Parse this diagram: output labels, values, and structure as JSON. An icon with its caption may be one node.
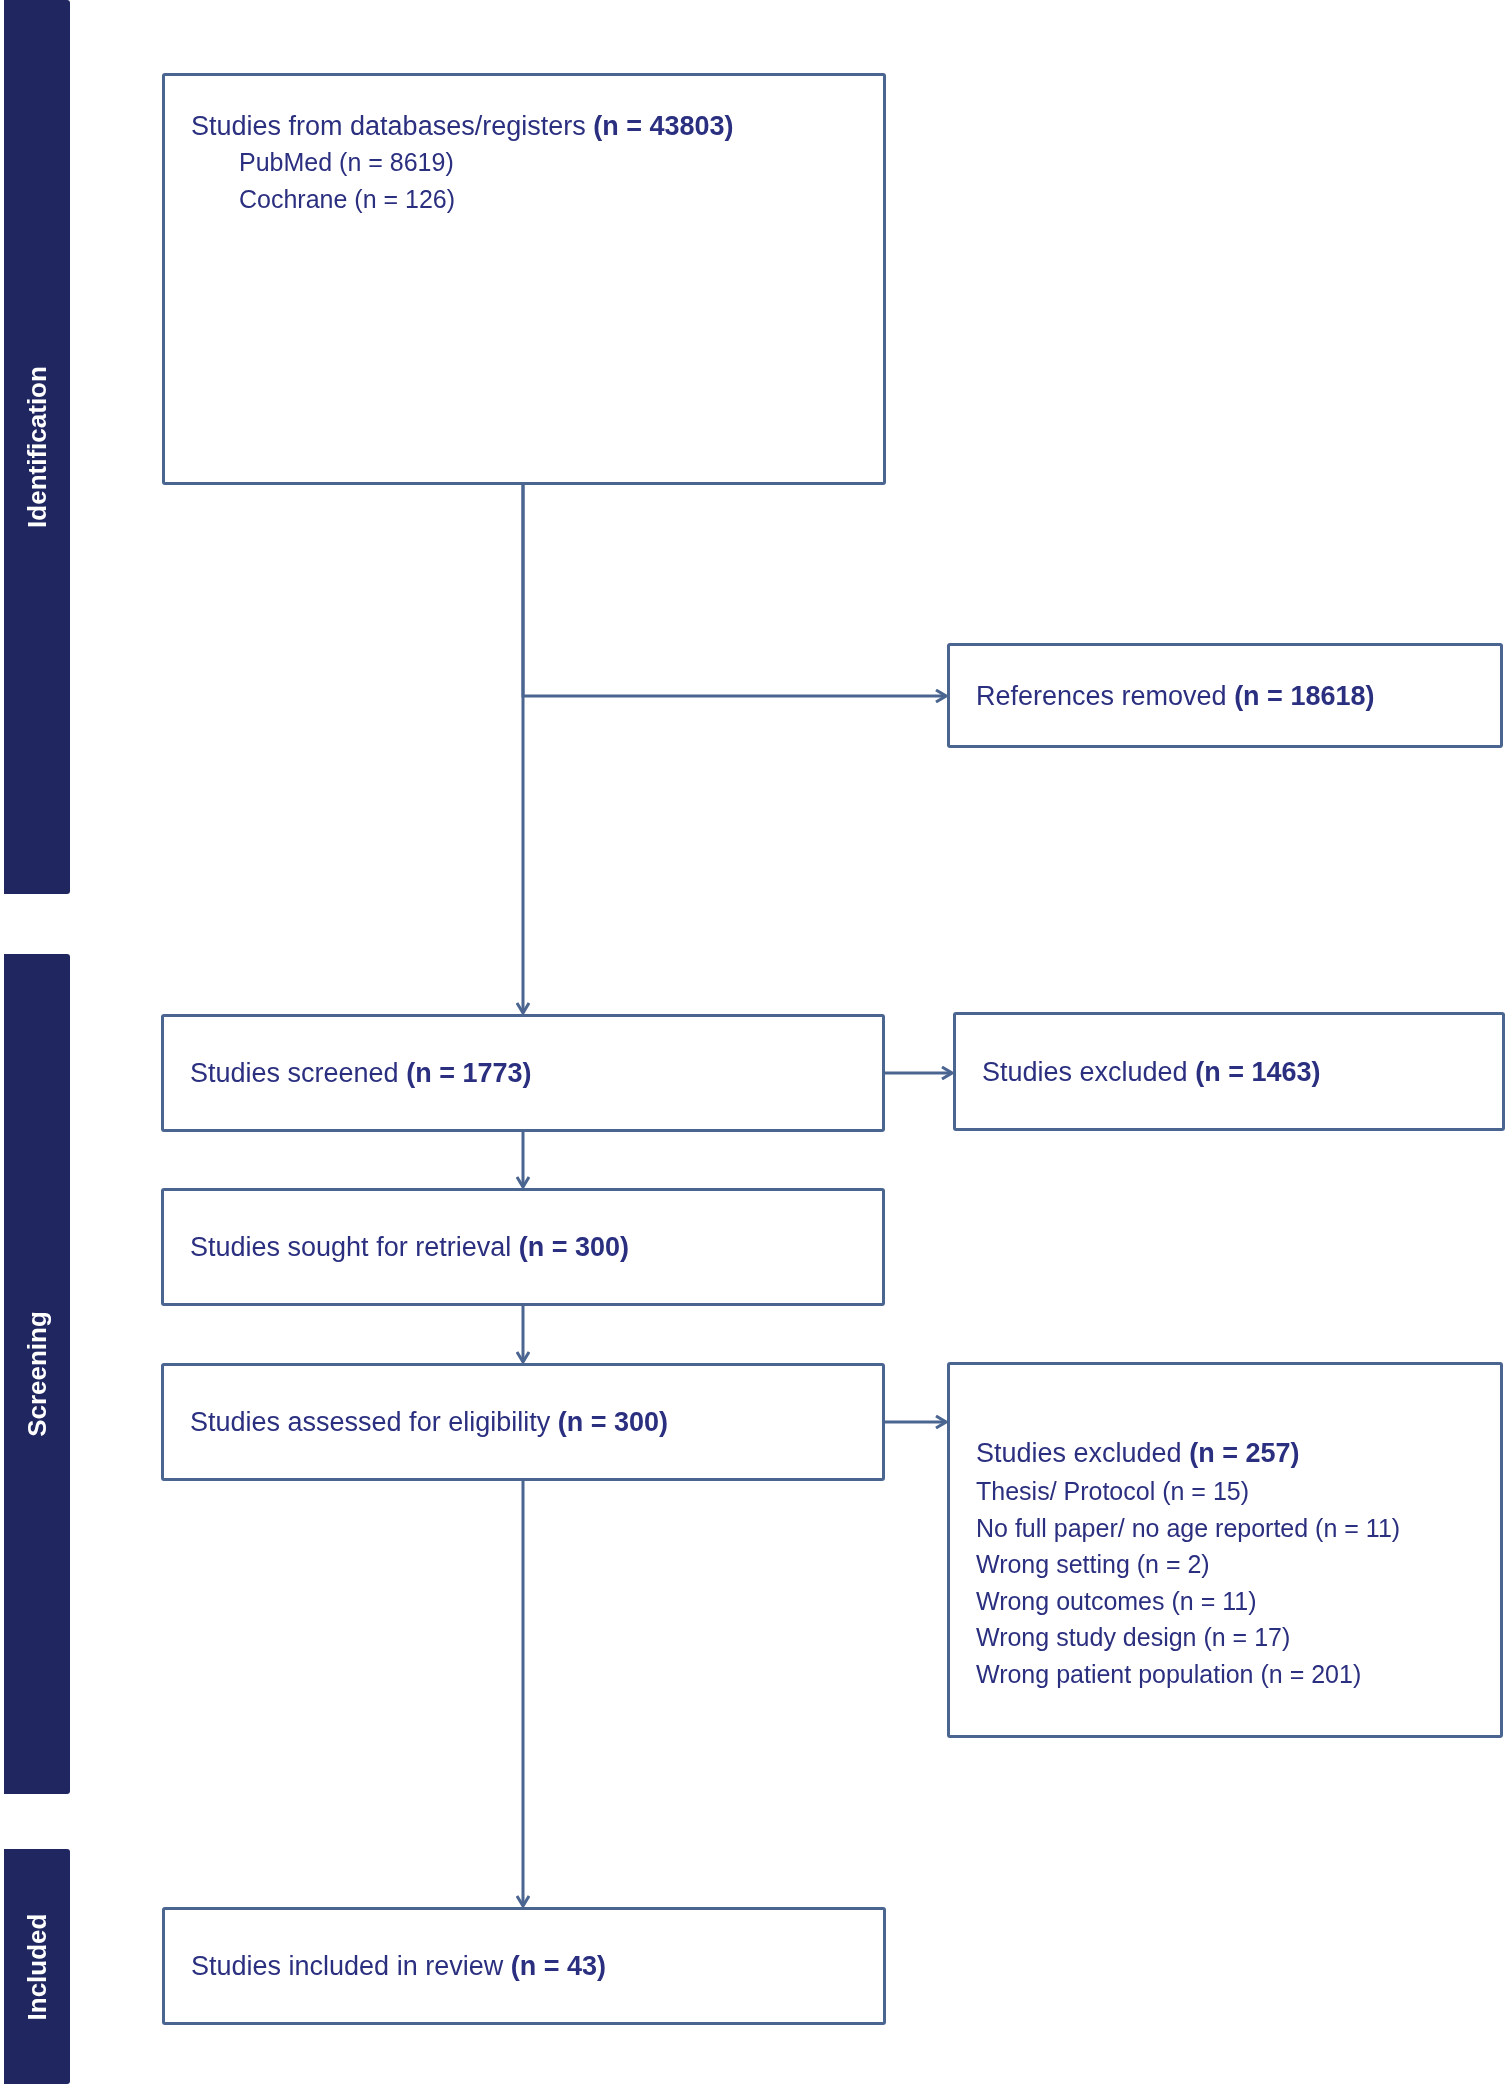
{
  "diagram": {
    "nodes": [
      {
        "text": [
          "Studies from databases/registers **(n = 43803)**",
          "PubMed (n = 8619)",
          "Cochrane (n = 126)"
        ]
      },
      {
        "text": [
          "References removed **(n = 18618)**"
        ]
      },
      {
        "text": [
          "Studies screened **(n = 1773)**"
        ]
      },
      {
        "text": [
          "Studies excluded **(n = 1463)**"
        ]
      },
      {
        "text": [
          "Studies sought for retrieval **(n = 300)**"
        ]
      },
      {
        "text": [
          "Studies assessed for eligibility **(n = 300)**"
        ]
      },
      {
        "text": [
          "Studies excluded **(n = 257)**",
          "Thesis/ Protocol (n = 15)",
          "No full paper/ no age reported (n = 11)",
          "Wrong setting (n = 2)",
          "Wrong outcomes (n = 11)",
          "Wrong study design (n = 17)",
          "Wrong patient population (n = 201)"
        ]
      },
      {
        "text": [
          "Studies included in review **(n = 43)**"
        ]
      },
      {
        "text": [
          "Identification"
        ]
      },
      {
        "text": [
          "Screening"
        ]
      },
      {
        "text": [
          "Included"
        ]
      }
    ],
    "edges": [
      {
        "from": 0,
        "to": 2,
        "arrow": "to"
      },
      {
        "from": 0,
        "to": 1,
        "arrow": "to"
      },
      {
        "from": 2,
        "to": 3,
        "arrow": "to"
      },
      {
        "from": 2,
        "to": 4,
        "arrow": "to"
      },
      {
        "from": 4,
        "to": 5,
        "arrow": "to"
      },
      {
        "from": 5,
        "to": 6,
        "arrow": "to"
      },
      {
        "from": 5,
        "to": 7,
        "arrow": "to"
      }
    ]
  }
}
